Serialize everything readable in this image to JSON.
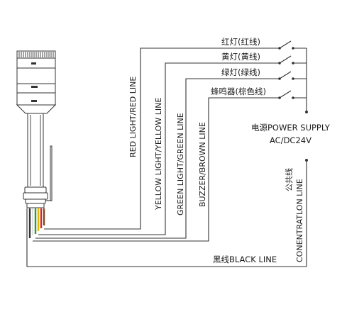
{
  "switch_labels": {
    "red": "红灯(红线)",
    "yellow": "黄灯(黄线)",
    "green": "绿灯(绿线)",
    "buzzer": "蜂鸣器(棕色线)"
  },
  "wire_labels": {
    "red": "RED LIGHT/RED LINE",
    "yellow": "YELLOW LIGHT/YELLOW LINE",
    "green": "GREEN LIGHT/GREEN LINE",
    "brown": "BUZZER/BROWN LINE",
    "common_cn": "公共线",
    "common_en": "CONENTRATLON LINE",
    "black": "黑线BLACK LINE"
  },
  "power": {
    "line1": "电源POWER SUPPLY",
    "line2": "AC/DC24V"
  },
  "colors": {
    "wire_red": "#d8262a",
    "wire_yellow": "#e6b800",
    "wire_green": "#2a9a3a",
    "wire_brown": "#7a4a22",
    "line": "#333333"
  }
}
